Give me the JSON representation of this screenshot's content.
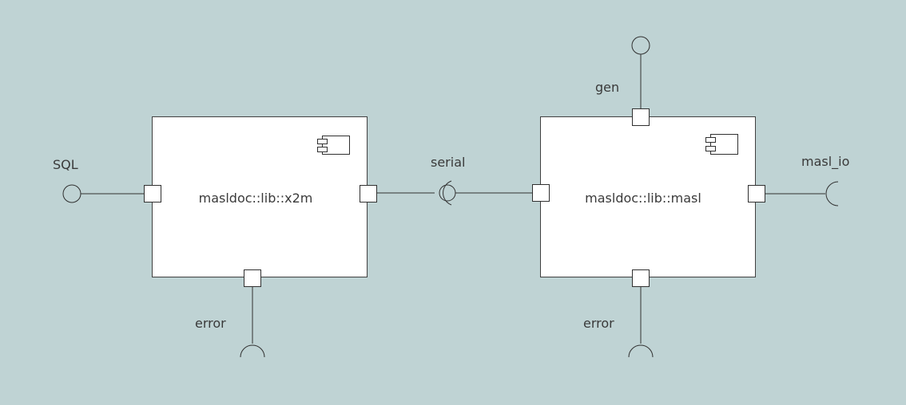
{
  "colors": {
    "background": "#bfd3d4",
    "component_fill": "#ffffff",
    "line": "#303030",
    "text": "#3a3a3a"
  },
  "components": [
    {
      "name": "masldoc::lib::x2m",
      "icon": "component-icon"
    },
    {
      "name": "masldoc::lib::masl",
      "icon": "component-icon"
    }
  ],
  "interfaces": {
    "sql": {
      "label": "SQL",
      "kind": "provided"
    },
    "serial": {
      "label": "serial",
      "kind": "provided-required"
    },
    "masl_io": {
      "label": "masl_io",
      "kind": "required"
    },
    "gen": {
      "label": "gen",
      "kind": "provided"
    },
    "x2m_error": {
      "label": "error",
      "kind": "required"
    },
    "masl_error": {
      "label": "error",
      "kind": "required"
    }
  }
}
